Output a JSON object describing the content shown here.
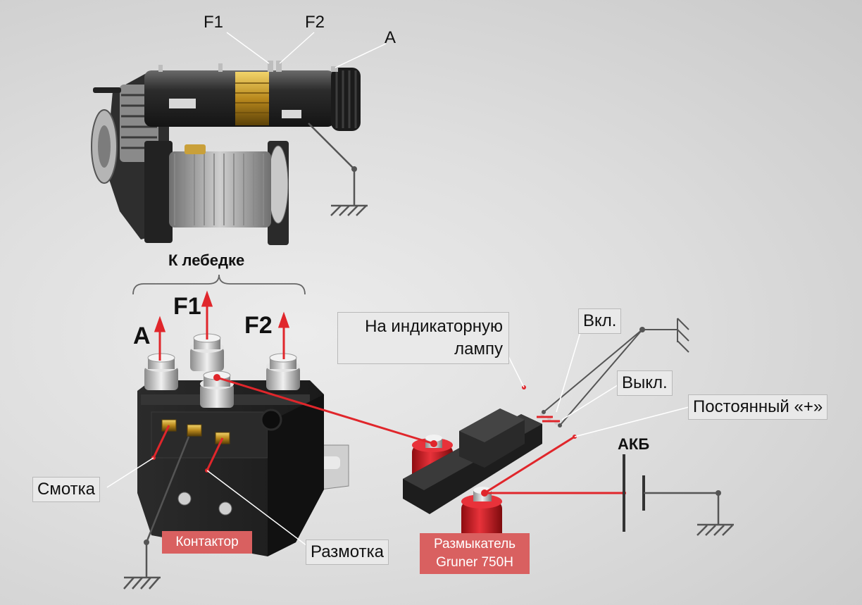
{
  "labels": {
    "f1_top": "F1",
    "f2_top": "F2",
    "a_top": "A",
    "to_winch": "К лебедке",
    "a_term": "A",
    "f1_term": "F1",
    "f2_term": "F2",
    "indicator_line1": "На индикаторную",
    "indicator_line2": "лампу",
    "on": "Вкл.",
    "off": "Выкл.",
    "constant_plus": "Постоянный «+»",
    "battery": "АКБ",
    "rewind_in": "Смотка",
    "rewind_out": "Размотка",
    "contactor": "Контактор",
    "disconnector_line1": "Размыкатель",
    "disconnector_line2": "Gruner 750H"
  },
  "colors": {
    "wire_red": "#e0262b",
    "label_red_bg": "#d96060",
    "wire_gray": "#555555"
  }
}
